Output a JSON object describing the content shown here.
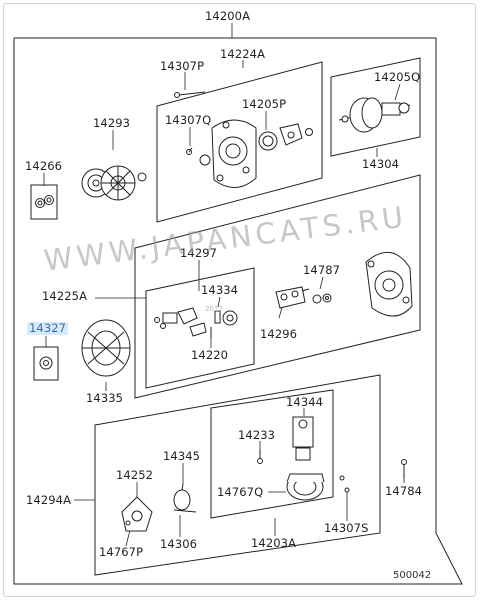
{
  "labels": {
    "l14200A": "14200A",
    "l14224A": "14224A",
    "l14307P": "14307P",
    "l14205Q": "14205Q",
    "l14293": "14293",
    "l14307Q": "14307Q",
    "l14205P": "14205P",
    "l14266": "14266",
    "l14304": "14304",
    "l14297": "14297",
    "l14787": "14787",
    "l14225A": "14225A",
    "l14334": "14334",
    "l14327": "14327",
    "l14296": "14296",
    "l14220": "14220",
    "l14335": "14335",
    "l14344": "14344",
    "l14233": "14233",
    "l14345": "14345",
    "l14252": "14252",
    "l14767Q": "14767Q",
    "l14784": "14784",
    "l14294A": "14294A",
    "l14307S": "14307S",
    "l14767P": "14767P",
    "l14306": "14306",
    "l14203A": "14203A"
  },
  "watermark": "WWW.JAPANCATS.RU",
  "watermark_small": "2012",
  "catalog_number": "500042",
  "colors": {
    "highlight_bg": "#d6e9fb",
    "highlight_text": "#3f6f9c",
    "line": "#222222"
  }
}
